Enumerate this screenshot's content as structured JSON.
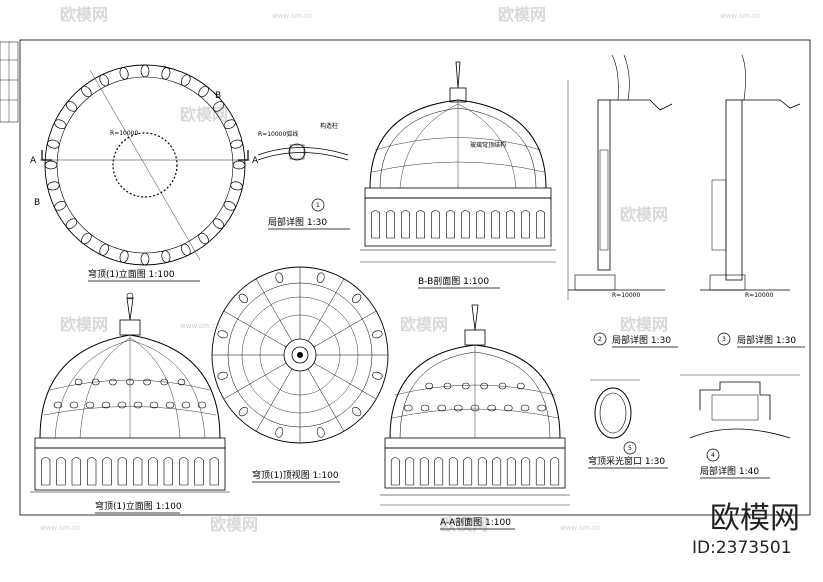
{
  "watermark": {
    "brand": "欧模网",
    "url": "www.om.cn"
  },
  "logo": {
    "text": "欧模网",
    "id": "ID:2373501"
  },
  "drawings": {
    "dome_plan": {
      "title": "穹顶(1)立面图  1:100",
      "section_a": "A",
      "section_b": "B",
      "radius_note": "R=10000"
    },
    "detail_1": {
      "title": "局部详图  1:30",
      "marker": "1",
      "note_r": "R=10000弧线",
      "note_a": "构造柱"
    },
    "section_bb": {
      "title": "B-B剖面图  1:100",
      "note": "玻璃穹顶结构"
    },
    "detail_2": {
      "title": "局部详图  1:30",
      "marker": "2",
      "note": "R=10000"
    },
    "detail_3": {
      "title": "局部详图  1:30",
      "marker": "3",
      "note": "R=10000"
    },
    "elevation": {
      "title": "穹顶(1)立面图  1:100"
    },
    "top_view": {
      "title": "穹顶(1)顶视图  1:100"
    },
    "section_aa": {
      "title": "A-A剖面图  1:100"
    },
    "skylight": {
      "title": "穹顶采光窗口  1:30",
      "marker": "5"
    },
    "detail_4": {
      "title": "局部详图  1:40",
      "marker": "4"
    }
  }
}
